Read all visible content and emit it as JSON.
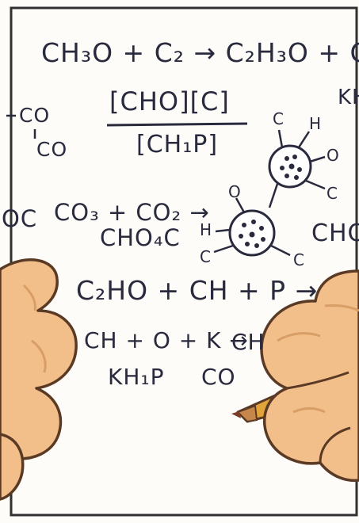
{
  "equations": {
    "line1": "CH₃O + C₂ → C₂H₃O + C",
    "fraction_numerator": "[CHO][C]",
    "fraction_denominator": "[CH₁P]",
    "co_top": "CO",
    "co_bottom": "CO",
    "kh_cut": "KH",
    "oc_cut": "OC",
    "line3a": "CO₃ + CO₂ →",
    "line3b": "CHO₄C",
    "cho_cut": "CHO",
    "line4": "C₂HO + CH + P →",
    "line5": "CH + O + K →",
    "ch_cut": "CH",
    "line6a": "KH₁P",
    "line6b": "CO"
  },
  "molecule_upper": {
    "atom_top": "C",
    "atom_h": "H",
    "atom_right": "O",
    "atom_bottom": "C"
  },
  "molecule_lower": {
    "atom_top": "O",
    "atom_h": "H",
    "atom_left": "C",
    "atom_right": "C"
  },
  "colors": {
    "ink": "#2a2a3e",
    "hand_fill": "#f2bf8b",
    "hand_outline": "#5a3a24",
    "pencil": "#e2a43a",
    "paper": "#fdfcf8",
    "frame": "#303030"
  }
}
